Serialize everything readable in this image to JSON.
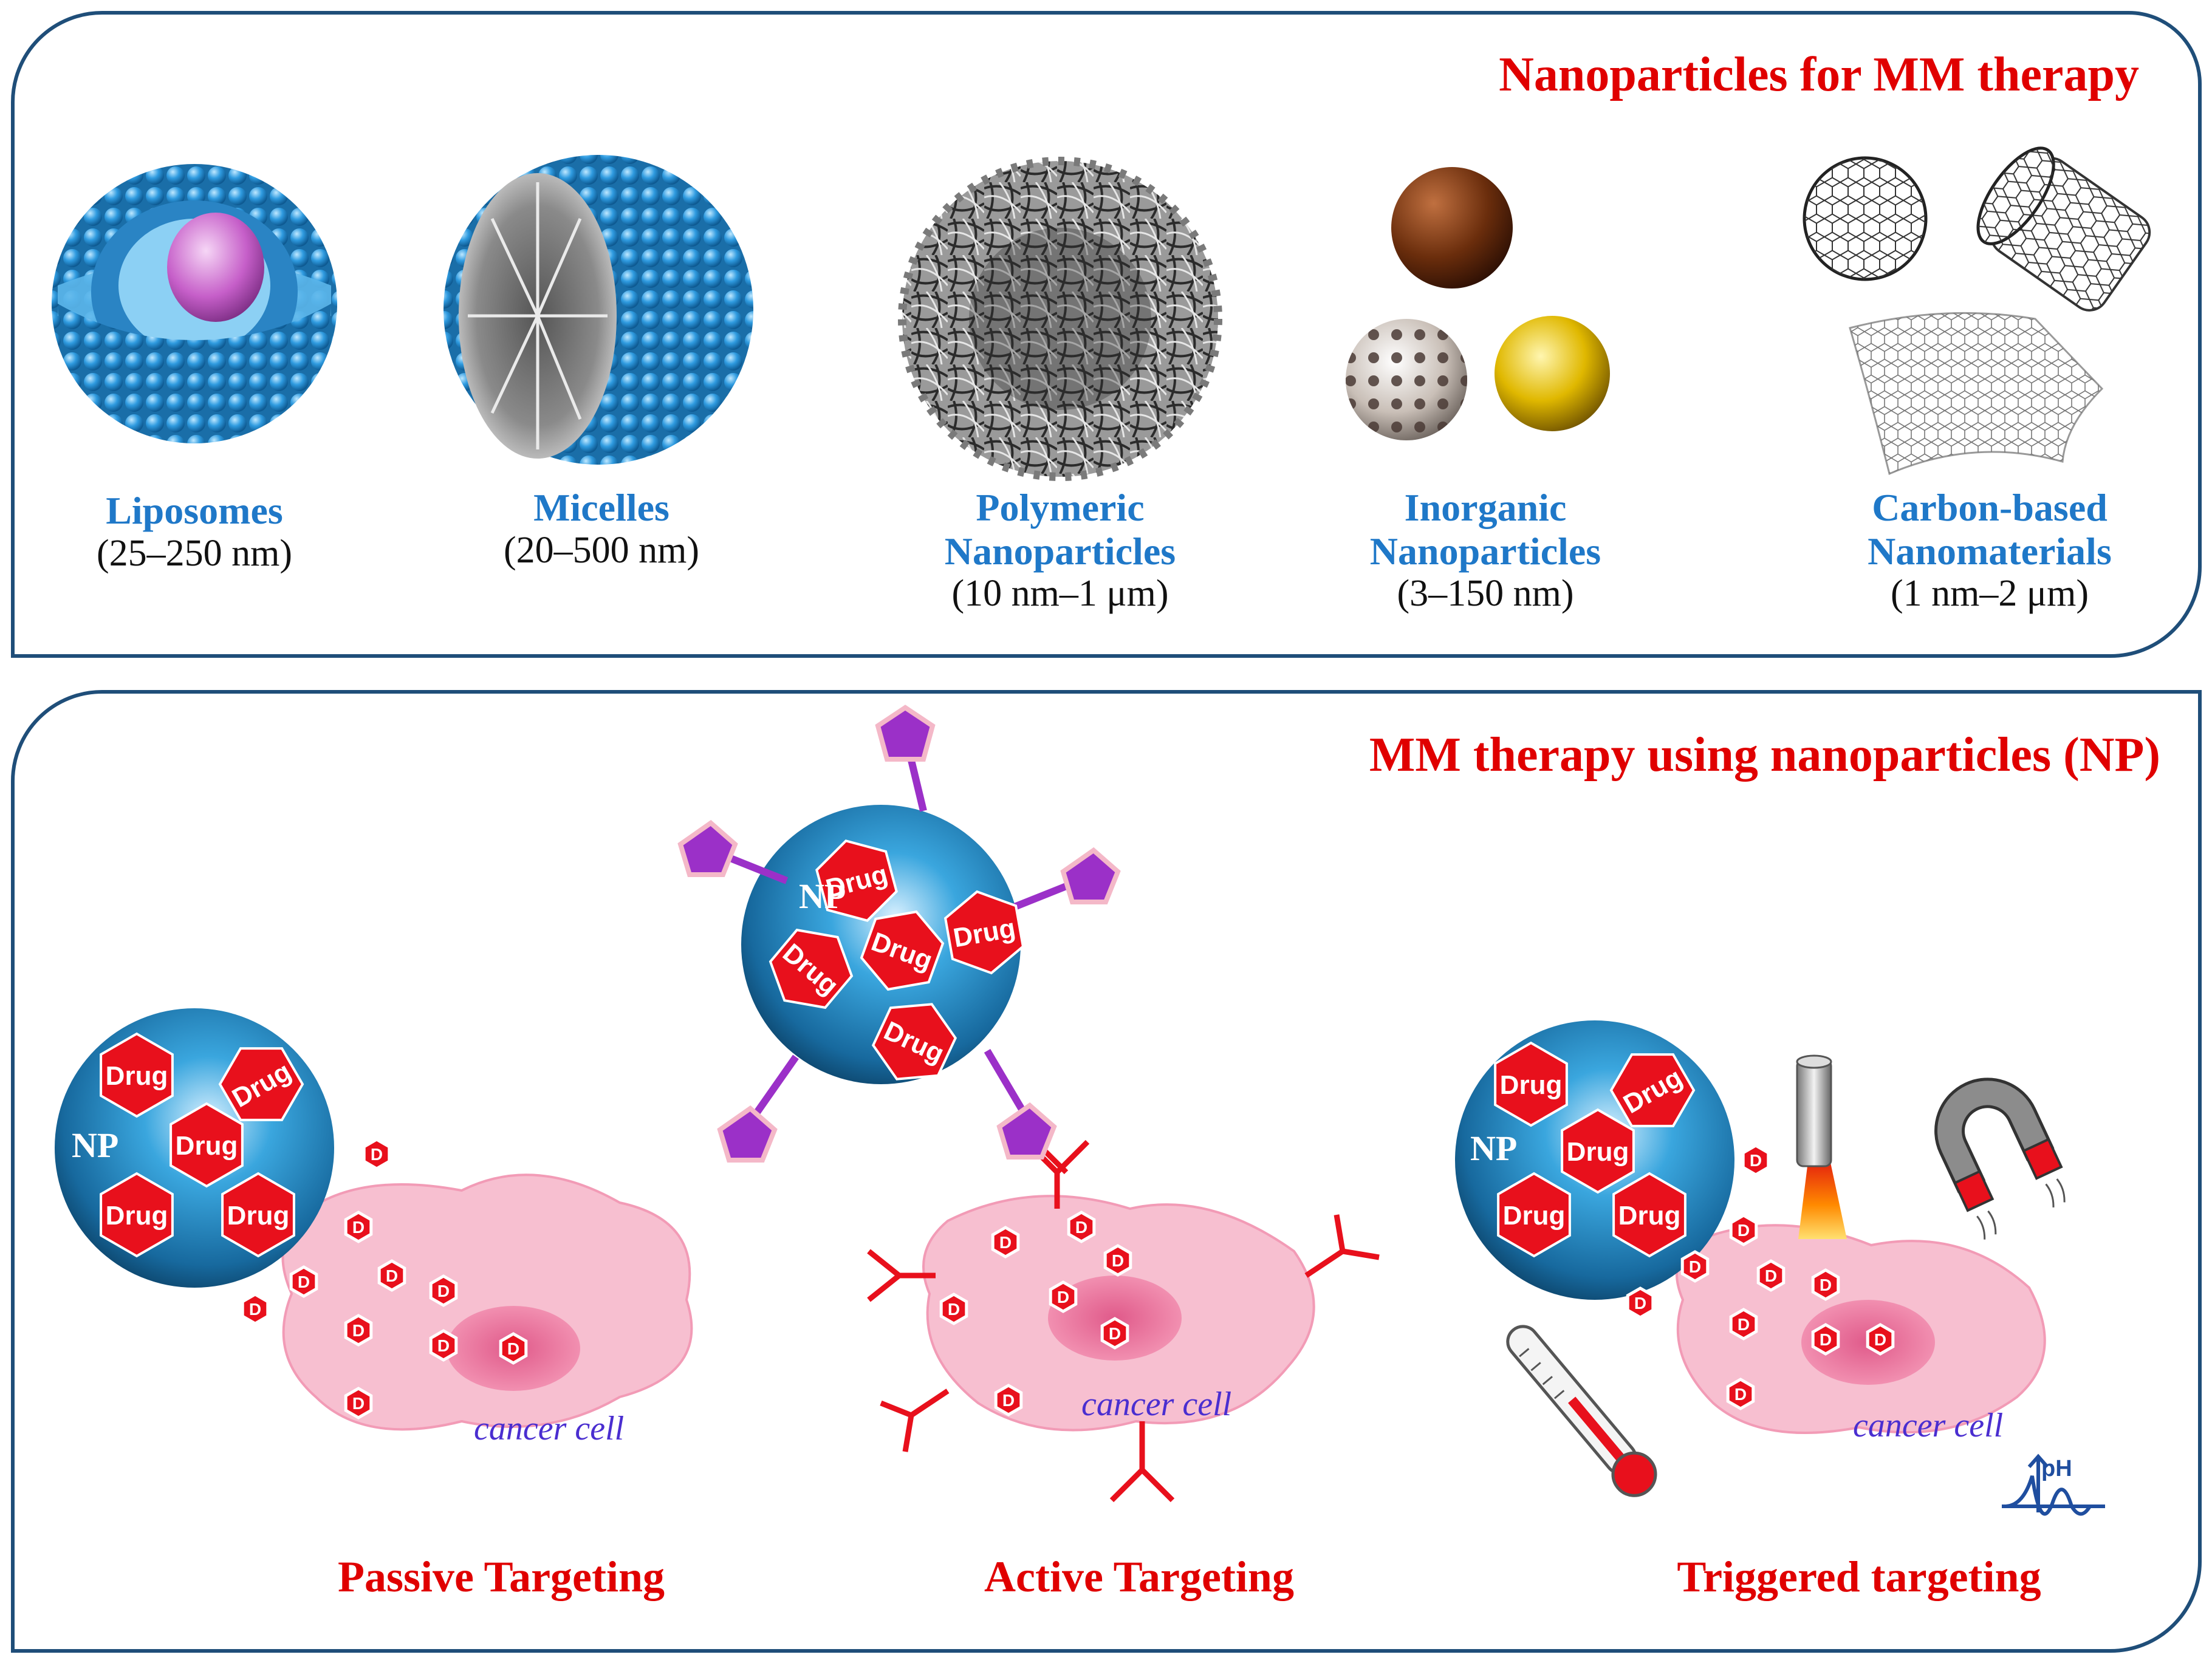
{
  "top_panel": {
    "title": "Nanoparticles for MM therapy",
    "nanoparticles": [
      {
        "name": "Liposomes",
        "name2": "",
        "size": "(25–250 nm)"
      },
      {
        "name": "Micelles",
        "name2": "",
        "size": "(20–500 nm)"
      },
      {
        "name": "Polymeric",
        "name2": "Nanoparticles",
        "size": "(10 nm–1 μm)"
      },
      {
        "name": "Inorganic",
        "name2": "Nanoparticles",
        "size": "(3–150 nm)"
      },
      {
        "name": "Carbon-based",
        "name2": "Nanomaterials",
        "size": "(1 nm–2 μm)"
      }
    ]
  },
  "bottom_panel": {
    "title": "MM therapy using nanoparticles (NP)",
    "np_label": "NP",
    "drug_label": "Drug",
    "d_label": "D",
    "cell_label": "cancer cell",
    "ph_label": "pH",
    "strategies": [
      "Passive Targeting",
      "Active Targeting",
      "Triggered targeting"
    ]
  },
  "colors": {
    "frame": "#1f4e79",
    "title_red": "#e00000",
    "np_blue": "#1f78c8",
    "drug_red": "#e8101c",
    "cell_pink": "#f7b6c8",
    "ligand_purple": "#9b30c8"
  }
}
